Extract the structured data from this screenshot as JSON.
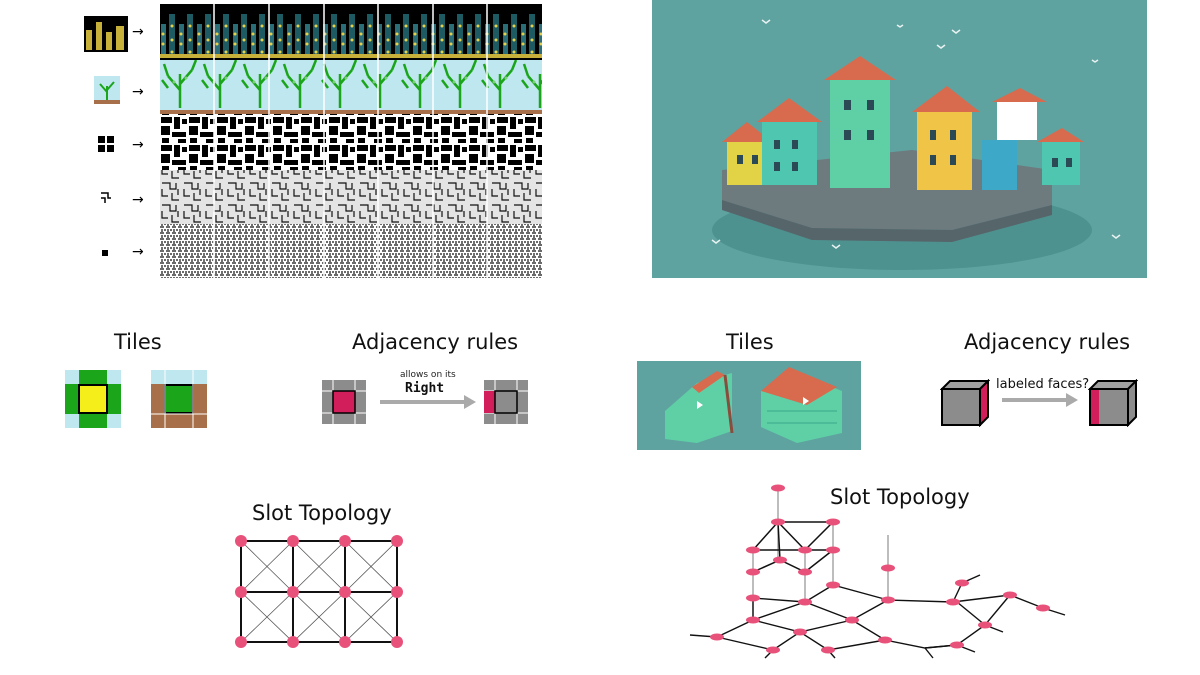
{
  "left": {
    "tiles_title": "Tiles",
    "adjacency_title": "Adjacency rules",
    "allows_text": "allows on its",
    "direction_text": "Right",
    "slot_topology_title": "Slot Topology",
    "example_rows": [
      "city",
      "plants",
      "blocks",
      "maze",
      "dots"
    ]
  },
  "right": {
    "tiles_title": "Tiles",
    "adjacency_title": "Adjacency rules",
    "labeled_faces_text": "labeled faces?",
    "slot_topology_title": "Slot Topology"
  },
  "colors": {
    "green": "#1aa51a",
    "yellow": "#f6ee1a",
    "brown": "#a8704a",
    "light_blue": "#bfe7ef",
    "crimson": "#d21e5a",
    "node_pink": "#e8527a",
    "teal_bg": "#5fa3a0"
  },
  "icons": [
    "right-arrow-icon"
  ]
}
